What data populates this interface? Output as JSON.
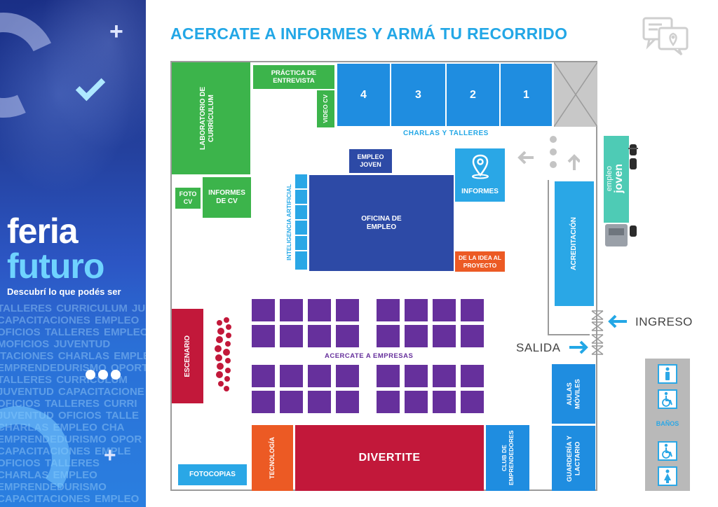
{
  "page": {
    "title": "ACERCATE A INFORMES Y ARMÁ TU RECORRIDO"
  },
  "branding": {
    "logo_line1": "feria",
    "logo_line2": "futuro",
    "tagline": "Descubrí lo que podés ser",
    "background_words": [
      "TALLERES CURRICULUM JU",
      "CAPACITACIONES EMPLEO",
      "OFICIOS TALLERES EMPLEO",
      "MOFICIOS JUVENTUD",
      "ITACIONES CHARLAS EMPLE",
      "EMPRENDEDURISMO OPORT",
      "TALLERES CURRICULUM",
      "JUVENTUD CAPACITACIONE",
      "OFICIOS TALLERES CURRI",
      "JUVENTUD OFICIOS TALLE",
      "CHARLAS EMPLEO CHA",
      "EMPRENDEDURISMO OPOR",
      "CAPACITACIONES EMPLE",
      "OFICIOS TALLERES",
      "CHARLAS EMPLEO",
      "EMPRENDEDURISMO",
      "CAPACITACIONES EMPLEO"
    ]
  },
  "colors": {
    "title": "#23a7e6",
    "green": "#3cb44b",
    "blue": "#1f8de0",
    "dark_blue": "#2d4aa6",
    "red": "#c2183a",
    "orange": "#ec5a24",
    "purple": "#66309c",
    "gray": "#b9b9b9"
  },
  "zones": {
    "laboratorio": "LABORATORIO DE CURRÍCULUM",
    "practica": "PRÁCTICA DE ENTREVISTA",
    "video_cv": "VIDEO CV",
    "rooms": [
      "4",
      "3",
      "2",
      "1"
    ],
    "charlas": "CHARLAS Y TALLERES",
    "foto_cv": "FOTO CV",
    "informes_cv": "INFORMES DE CV",
    "inteligencia": "INTELIGENCIA ARTIFICIAL",
    "empleo_joven": "EMPLEO JOVEN",
    "oficina": "OFICINA DE EMPLEO",
    "informes": "INFORMES",
    "idea_proyecto": "DE LA IDEA AL PROYECTO",
    "acreditacion": "ACREDITACIÓN",
    "escenario": "ESCENARIO",
    "acercate_empresas": "ACERCATE A EMPRESAS",
    "tecnologia": "TECNOLOGÍA",
    "divertite": "DIVERTITE",
    "club": "CLUB DE EMPRENDEDORES",
    "aulas": "AULAS MÓVILES",
    "guarderia": "GUARDERÍA Y LACTARIO",
    "fotocopias": "FOTOCOPIAS"
  },
  "truck": {
    "brand_small": "empleo",
    "brand_big": "joven"
  },
  "entrances": {
    "ingreso": "INGRESO",
    "salida": "SALIDA"
  },
  "banos": {
    "label": "BAÑOS",
    "icons": [
      "male-icon",
      "accessible-icon",
      "accessible-icon",
      "female-icon"
    ]
  }
}
